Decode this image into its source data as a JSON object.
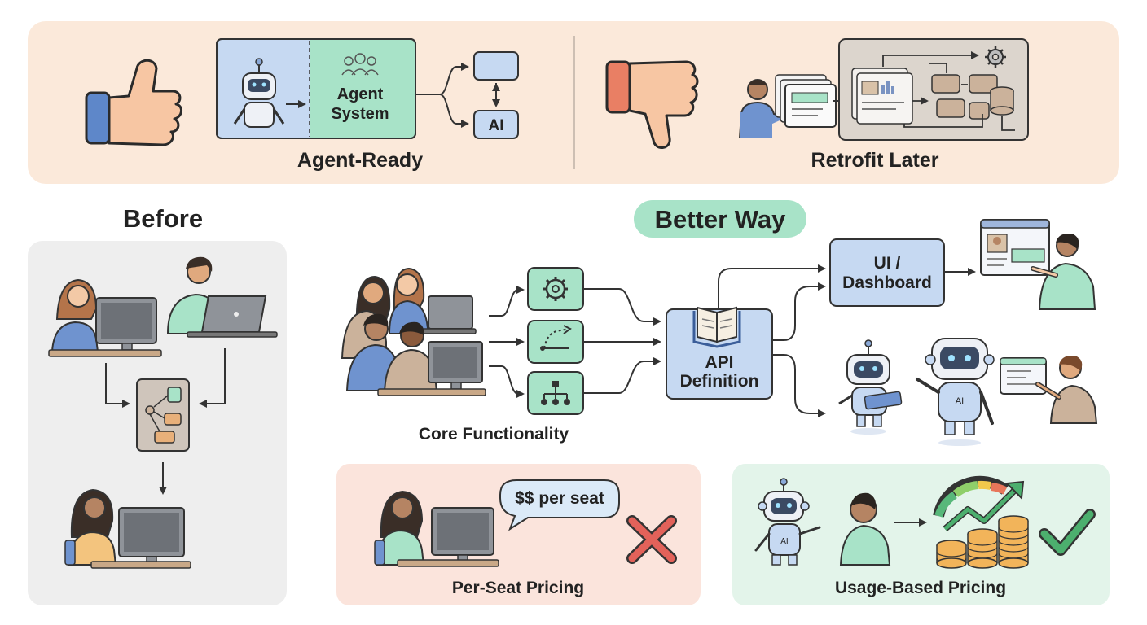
{
  "top_panel": {
    "agent_ready": {
      "label": "Agent-Ready",
      "box_title_line1": "Agent",
      "box_title_line2": "System",
      "ai_label": "AI"
    },
    "retrofit": {
      "label": "Retrofit Later"
    }
  },
  "before": {
    "title": "Before"
  },
  "better_way": {
    "title": "Better Way",
    "core_label": "Core Functionality",
    "api_line1": "API",
    "api_line2": "Definition",
    "ui_line1": "UI /",
    "ui_line2": "Dashboard",
    "robot_badge": "AI"
  },
  "pricing": {
    "per_seat": {
      "bubble": "$$ per seat",
      "label": "Per-Seat Pricing"
    },
    "usage": {
      "label": "Usage-Based Pricing",
      "robot_badge": "AI"
    }
  },
  "colors": {
    "top_bg": "#fbe9da",
    "gray_bg": "#eeeeee",
    "pink_bg": "#fbe4dc",
    "green_bg": "#e3f4ea",
    "green": "#a8e3c8",
    "blue": "#c6d9f2",
    "brown": "#cbb29b",
    "red_x": "#e2625a",
    "check": "#4caf6e"
  }
}
